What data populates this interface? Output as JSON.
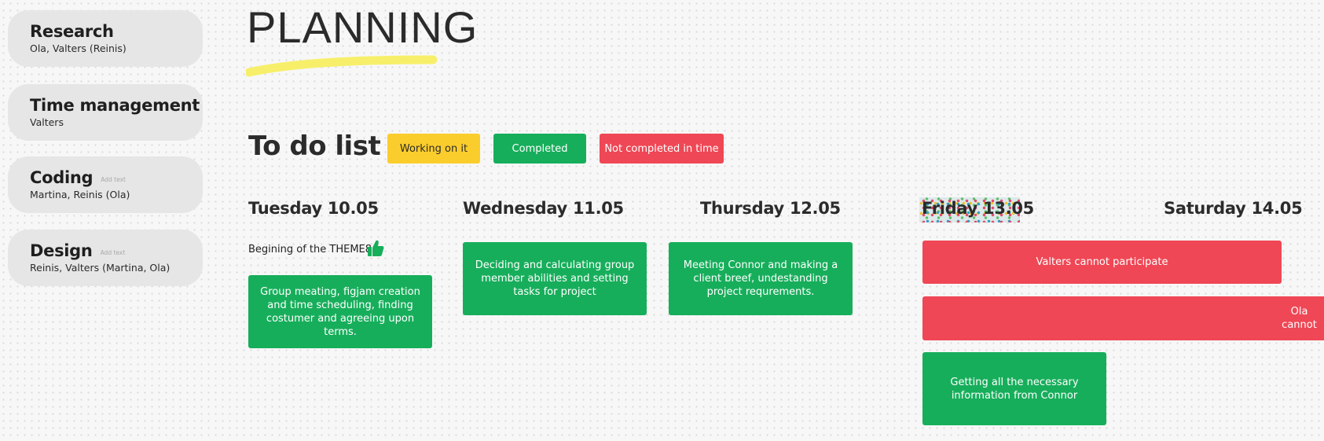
{
  "roles": [
    {
      "title": "Research",
      "members": "Ola, Valters (Reinis)",
      "add_text": ""
    },
    {
      "title": "Time management",
      "members": "Valters",
      "add_text": ""
    },
    {
      "title": "Coding",
      "members": "Martina, Reinis (Ola)",
      "add_text": "Add text"
    },
    {
      "title": "Design",
      "members": "Reinis, Valters (Martina, Ola)",
      "add_text": "Add text"
    }
  ],
  "board": {
    "title": "PLANNING",
    "todo_title": "To do list"
  },
  "legend": {
    "working": "Working on it",
    "completed": "Completed",
    "not_completed": "Not completed in time"
  },
  "days": {
    "tuesday": "Tuesday 10.05",
    "wednesday": "Wednesday 11.05",
    "thursday": "Thursday 12.05",
    "friday": "Friday 13.05",
    "saturday": "Saturday 14.05"
  },
  "notes": {
    "tuesday_note": "Begining of the THEME8"
  },
  "tasks": {
    "tuesday_1": "Group meating, figjam creation and time scheduling, finding costumer and agreeing upon terms.",
    "wednesday_1": "Deciding and calculating group member abilities and setting tasks for project",
    "thursday_1": "Meeting Connor and making a client breef, undestanding project requrements.",
    "friday_absence_valters": "Valters cannot participate",
    "friday_absence_ola": "Ola cannot",
    "friday_1": "Getting all the necessary information from Connor"
  },
  "colors": {
    "working": "#fbcd2c",
    "completed": "#17ae5b",
    "not_completed": "#ef4755",
    "highlighter": "#f7ef6a",
    "pill_bg": "#e6e6e6"
  },
  "icons": {
    "thumbs_up": "thumbs-up-icon",
    "highlighter": "highlighter-stroke"
  }
}
